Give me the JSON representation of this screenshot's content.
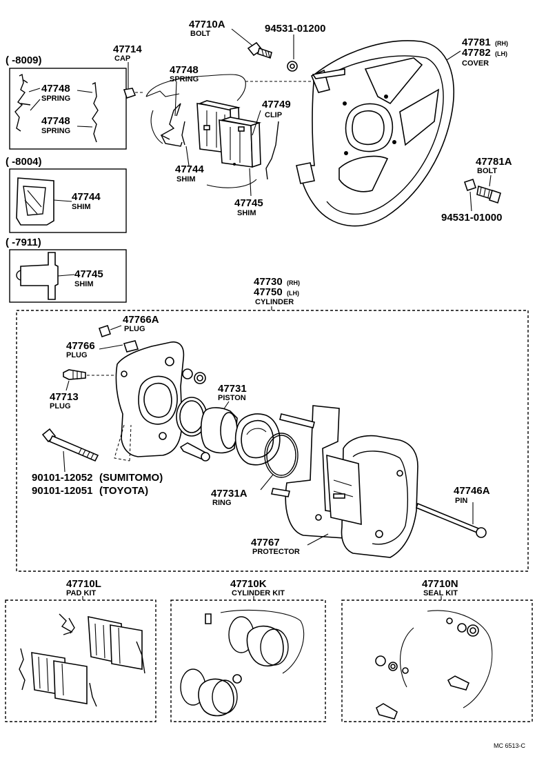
{
  "parts": {
    "p47710A": {
      "num": "47710A",
      "name": "BOLT"
    },
    "p9453101200": {
      "num": "94531-01200"
    },
    "p47714": {
      "num": "47714",
      "name": "CAP"
    },
    "p47748a": {
      "num": "47748",
      "name": "SPRING"
    },
    "p47781": {
      "num": "47781",
      "suffix": "(RH)"
    },
    "p47782": {
      "num": "47782",
      "suffix": "(LH)",
      "name": "COVER"
    },
    "p47749": {
      "num": "47749",
      "name": "CLIP"
    },
    "p47744a": {
      "num": "47744",
      "name": "SHIM"
    },
    "p47745a": {
      "num": "47745",
      "name": "SHIM"
    },
    "p47781A": {
      "num": "47781A",
      "name": "BOLT"
    },
    "p9453101000": {
      "num": "94531-01000"
    },
    "p47730": {
      "num": "47730",
      "suffix": "(RH)"
    },
    "p47750": {
      "num": "47750",
      "suffix": "(LH)",
      "name": "CYLINDER"
    },
    "p47766A": {
      "num": "47766A",
      "name": "PLUG"
    },
    "p47766": {
      "num": "47766",
      "name": "PLUG"
    },
    "p47713": {
      "num": "47713",
      "name": "PLUG"
    },
    "p47731": {
      "num": "47731",
      "name": "PISTON"
    },
    "p9010112052": {
      "num": "90101-12052",
      "maker": "(SUMITOMO)"
    },
    "p9010112051": {
      "num": "90101-12051",
      "maker": "(TOYOTA)"
    },
    "p47731A": {
      "num": "47731A",
      "name": "RING"
    },
    "p47746A": {
      "num": "47746A",
      "name": "PIN"
    },
    "p47767": {
      "num": "47767",
      "name": "PROTECTOR"
    }
  },
  "insets": [
    {
      "range": "(      -8009)",
      "labels": [
        {
          "num": "47748",
          "name": "SPRING"
        },
        {
          "num": "47748",
          "name": "SPRING"
        }
      ]
    },
    {
      "range": "(      -8004)",
      "labels": [
        {
          "num": "47744",
          "name": "SHIM"
        }
      ]
    },
    {
      "range": "(      -7911)",
      "labels": [
        {
          "num": "47745",
          "name": "SHIM"
        }
      ]
    }
  ],
  "kits": [
    {
      "num": "47710L",
      "name": "PAD KIT"
    },
    {
      "num": "47710K",
      "name": "CYLINDER KIT"
    },
    {
      "num": "47710N",
      "name": "SEAL KIT"
    }
  ],
  "footer": "MC 6513-C"
}
